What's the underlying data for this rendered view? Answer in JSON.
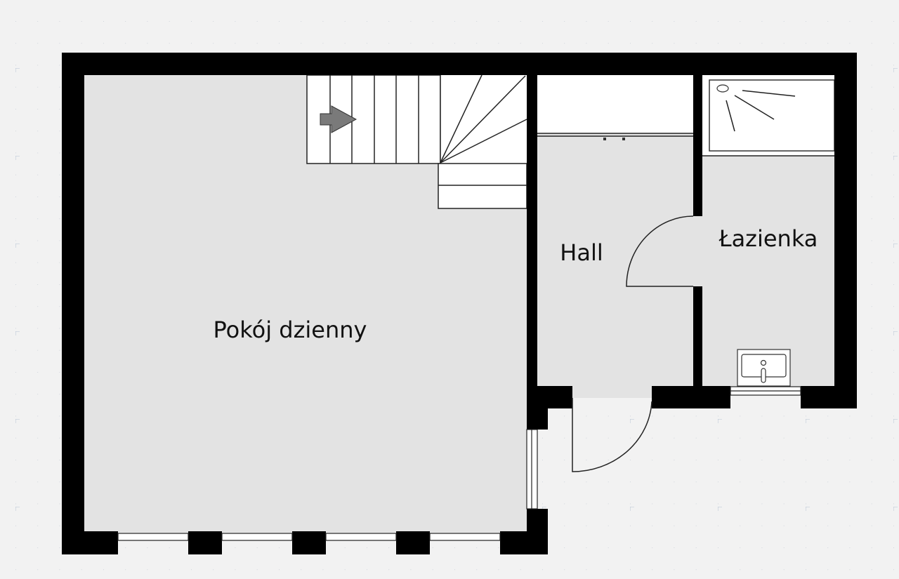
{
  "rooms": {
    "living_room": "Pokój dzienny",
    "hall": "Hall",
    "bathroom": "Łazienka"
  },
  "colors": {
    "background": "#f2f2f2",
    "floor": "#e3e3e3",
    "wall": "#000000",
    "fixture": "#ffffff",
    "arrow": "#7a7a7a"
  }
}
